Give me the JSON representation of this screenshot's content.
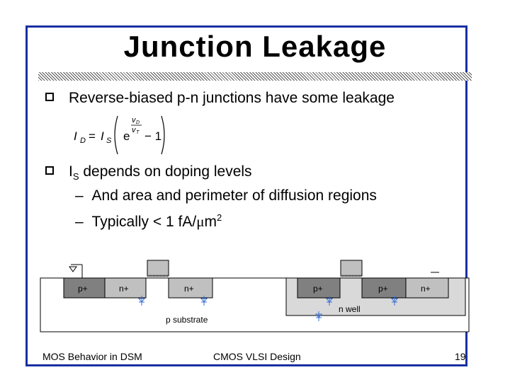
{
  "slide": {
    "title": "Junction Leakage",
    "bullet1": "Reverse-biased p-n junctions have some leakage",
    "bullet2_main": "I",
    "bullet2_sub": "S",
    "bullet2_rest": " depends on doping levels",
    "sub1": "And area and perimeter of diffusion regions",
    "sub2_prefix": "Typically < 1 fA/",
    "sub2_mu": "μ",
    "sub2_m": "m",
    "sub2_sup": "2",
    "dash": "–"
  },
  "equation": {
    "lhs": "I",
    "lhs_sub": "D",
    "eq": "=",
    "is": "I",
    "is_sub": "S",
    "e": "e",
    "exp_num": "v",
    "exp_num_sub": "D",
    "exp_den": "v",
    "exp_den_sub": "T",
    "minus_one": "− 1"
  },
  "diagram": {
    "p_plus_1": "p+",
    "n_plus_1": "n+",
    "n_plus_2": "n+",
    "p_plus_2": "p+",
    "p_plus_3": "p+",
    "n_plus_3": "n+",
    "n_well": "n well",
    "p_substrate": "p substrate"
  },
  "footer": {
    "left": "MOS Behavior in DSM",
    "center": "CMOS VLSI Design",
    "page": "19"
  },
  "colors": {
    "frame": "#1a2fa0",
    "dark_diffusion": "#808080",
    "light_diffusion": "#c0c0c0",
    "n_well": "#d9d9d9",
    "diode": "#3b6fd6"
  }
}
